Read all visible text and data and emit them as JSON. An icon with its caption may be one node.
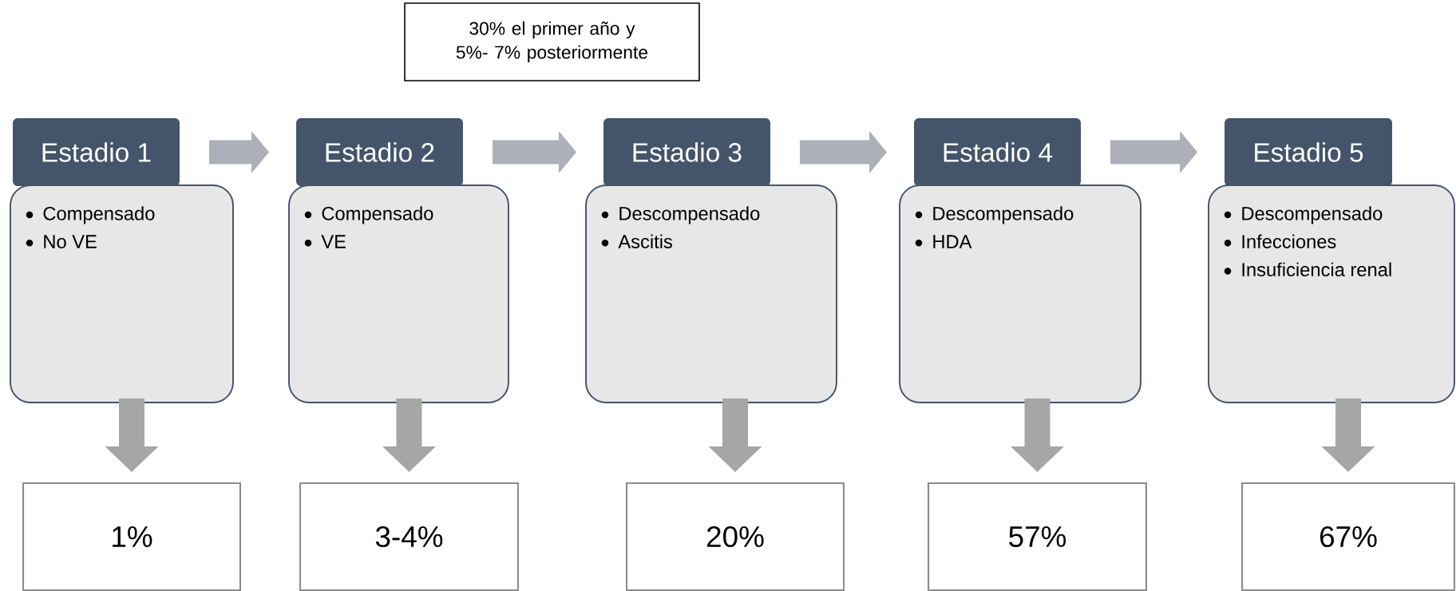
{
  "diagram": {
    "nodes": [
      {
        "text": [
          "30% el primer año y 5%- 7% posteriormente"
        ]
      },
      {
        "text": [
          "Estadio 1"
        ]
      },
      {
        "text": [
          "Compensado",
          "No VE"
        ]
      },
      {
        "text": [
          "1%"
        ]
      },
      {
        "text": [
          "Estadio 2"
        ]
      },
      {
        "text": [
          "Compensado",
          "VE"
        ]
      },
      {
        "text": [
          "3-4%"
        ]
      },
      {
        "text": [
          "Estadio 3"
        ]
      },
      {
        "text": [
          "Descompensado",
          "Ascitis"
        ]
      },
      {
        "text": [
          "20%"
        ]
      },
      {
        "text": [
          "Estadio 4"
        ]
      },
      {
        "text": [
          "Descompensado",
          "HDA"
        ]
      },
      {
        "text": [
          "57%"
        ]
      },
      {
        "text": [
          "Estadio 5"
        ]
      },
      {
        "text": [
          "Descompensado",
          "Infecciones",
          "Insuficiencia renal"
        ]
      },
      {
        "text": [
          "67%"
        ]
      }
    ],
    "edges": [
      {
        "from": 1,
        "to": 4,
        "arrow": "to",
        "color": "#adb0b8"
      },
      {
        "from": 4,
        "to": 7,
        "arrow": "to",
        "color": "#adb0b8"
      },
      {
        "from": 7,
        "to": 10,
        "arrow": "to",
        "color": "#adb0b8"
      },
      {
        "from": 10,
        "to": 13,
        "arrow": "to",
        "color": "#adb0b8"
      },
      {
        "from": 2,
        "to": 3,
        "arrow": "to"
      },
      {
        "from": 5,
        "to": 6,
        "arrow": "to"
      },
      {
        "from": 8,
        "to": 9,
        "arrow": "to"
      },
      {
        "from": 11,
        "to": 12,
        "arrow": "to"
      },
      {
        "from": 14,
        "to": 15,
        "arrow": "to"
      }
    ]
  }
}
